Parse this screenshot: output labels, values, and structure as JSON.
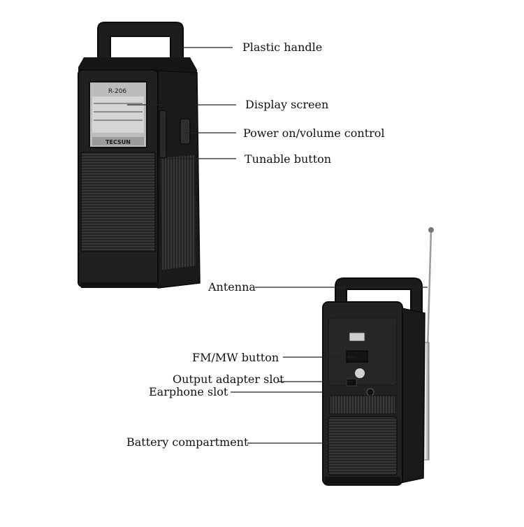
{
  "front_view": {
    "model_label": "R-206",
    "brand_label": "TECSUN"
  },
  "callouts": [
    {
      "id": "plastic-handle",
      "label": "Plastic handle"
    },
    {
      "id": "display-screen",
      "label": "Display screen"
    },
    {
      "id": "power-volume",
      "label": "Power on/volume control"
    },
    {
      "id": "tunable-button",
      "label": "Tunable button"
    },
    {
      "id": "antenna",
      "label": "Antenna"
    },
    {
      "id": "fm-mw-button",
      "label": "FM/MW button"
    },
    {
      "id": "output-adapter-slot",
      "label": "Output adapter slot"
    },
    {
      "id": "earphone-slot",
      "label": "Earphone slot"
    },
    {
      "id": "battery-compartment",
      "label": "Battery compartment"
    }
  ],
  "colors": {
    "body": "#1c1c1c",
    "body_edge": "#0d0d0d",
    "grille": "#2e2e2e",
    "window": "#cfcfcf",
    "metal": "#b9b9b9"
  }
}
